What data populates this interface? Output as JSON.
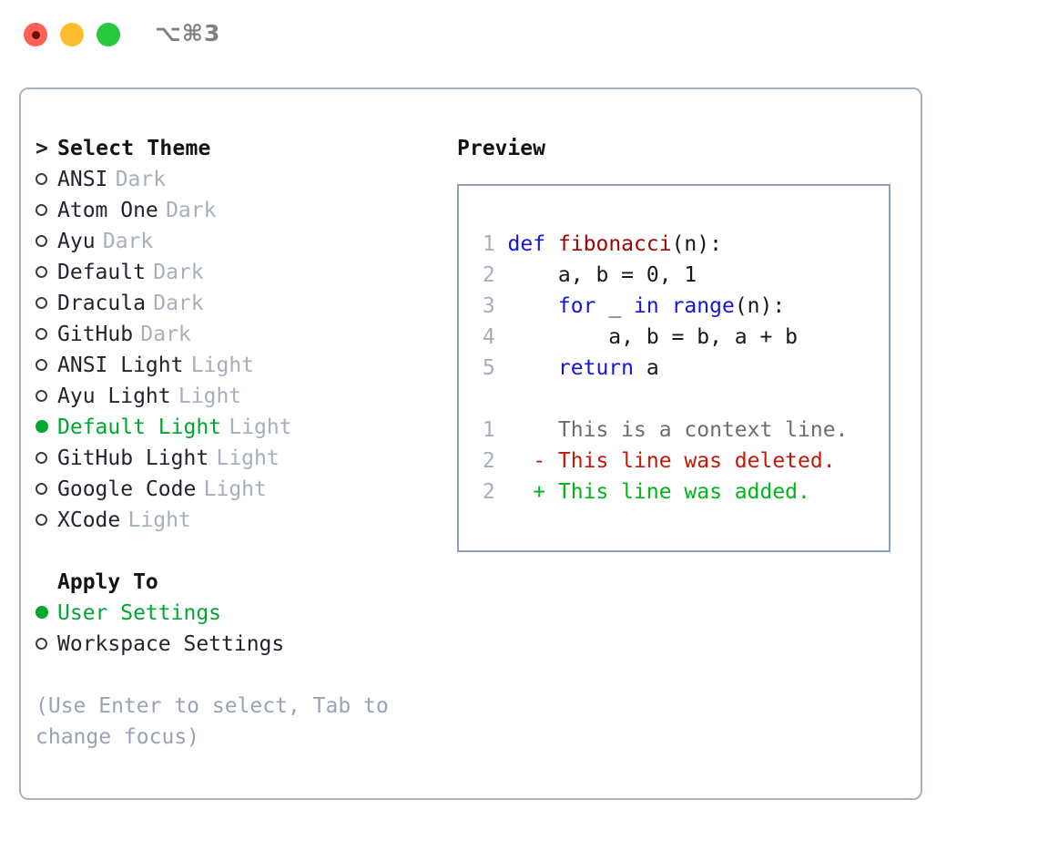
{
  "window": {
    "traffic_lights": [
      "close-red",
      "minimize-amber",
      "maximize-green"
    ],
    "shortcut": "⌥⌘3"
  },
  "theme_picker": {
    "header_caret": ">",
    "header": "Select Theme",
    "items": [
      {
        "bullet": "o",
        "label": "ANSI",
        "variant": "Dark",
        "selected": false
      },
      {
        "bullet": "o",
        "label": "Atom One",
        "variant": "Dark",
        "selected": false
      },
      {
        "bullet": "o",
        "label": "Ayu",
        "variant": "Dark",
        "selected": false
      },
      {
        "bullet": "o",
        "label": "Default",
        "variant": "Dark",
        "selected": false
      },
      {
        "bullet": "o",
        "label": "Dracula",
        "variant": "Dark",
        "selected": false
      },
      {
        "bullet": "o",
        "label": "GitHub",
        "variant": "Dark",
        "selected": false
      },
      {
        "bullet": "o",
        "label": "ANSI Light",
        "variant": "Light",
        "selected": false
      },
      {
        "bullet": "o",
        "label": "Ayu Light",
        "variant": "Light",
        "selected": false
      },
      {
        "bullet": "●",
        "label": "Default Light",
        "variant": "Light",
        "selected": true
      },
      {
        "bullet": "o",
        "label": "GitHub Light",
        "variant": "Light",
        "selected": false
      },
      {
        "bullet": "o",
        "label": "Google Code",
        "variant": "Light",
        "selected": false
      },
      {
        "bullet": "o",
        "label": "XCode",
        "variant": "Light",
        "selected": false
      }
    ]
  },
  "apply_to": {
    "header": "Apply To",
    "items": [
      {
        "bullet": "●",
        "label": "User Settings",
        "selected": true
      },
      {
        "bullet": "o",
        "label": "Workspace Settings",
        "selected": false
      }
    ]
  },
  "hint": "(Use Enter to select, Tab to change focus)",
  "preview": {
    "title": "Preview",
    "code_lines": [
      {
        "num": "1",
        "tokens": [
          {
            "t": "def",
            "c": "kw"
          },
          {
            "t": " ",
            "c": "pl"
          },
          {
            "t": "fibonacci",
            "c": "fn"
          },
          {
            "t": "(n):",
            "c": "pl"
          }
        ]
      },
      {
        "num": "2",
        "tokens": [
          {
            "t": "    a, b = 0, 1",
            "c": "pl"
          }
        ]
      },
      {
        "num": "3",
        "tokens": [
          {
            "t": "    ",
            "c": "pl"
          },
          {
            "t": "for",
            "c": "kw"
          },
          {
            "t": " _ ",
            "c": "pl"
          },
          {
            "t": "in",
            "c": "kw"
          },
          {
            "t": " ",
            "c": "pl"
          },
          {
            "t": "range",
            "c": "kw"
          },
          {
            "t": "(n):",
            "c": "pl"
          }
        ]
      },
      {
        "num": "4",
        "tokens": [
          {
            "t": "        a, b = b, a + b",
            "c": "pl"
          }
        ]
      },
      {
        "num": "5",
        "tokens": [
          {
            "t": "    ",
            "c": "pl"
          },
          {
            "t": "return",
            "c": "kw"
          },
          {
            "t": " a",
            "c": "pl"
          }
        ]
      }
    ],
    "diff_lines": [
      {
        "num": "1",
        "mark": " ",
        "text": "This is a context line.",
        "kind": "ctx"
      },
      {
        "num": "2",
        "mark": "-",
        "text": "This line was deleted.",
        "kind": "del"
      },
      {
        "num": "2",
        "mark": "+",
        "text": "This line was added.",
        "kind": "add"
      }
    ]
  },
  "colors": {
    "accent_green": "#00a832",
    "dim_text": "#a7afbd",
    "hint_text": "#9aa3b2",
    "border": "#a9b2bf",
    "preview_border": "#91a0b3",
    "keyword": "#1414e0",
    "function": "#9c0404",
    "diff_delete": "#c21807",
    "diff_add": "#00b518",
    "diff_context": "#6d6d6d"
  }
}
